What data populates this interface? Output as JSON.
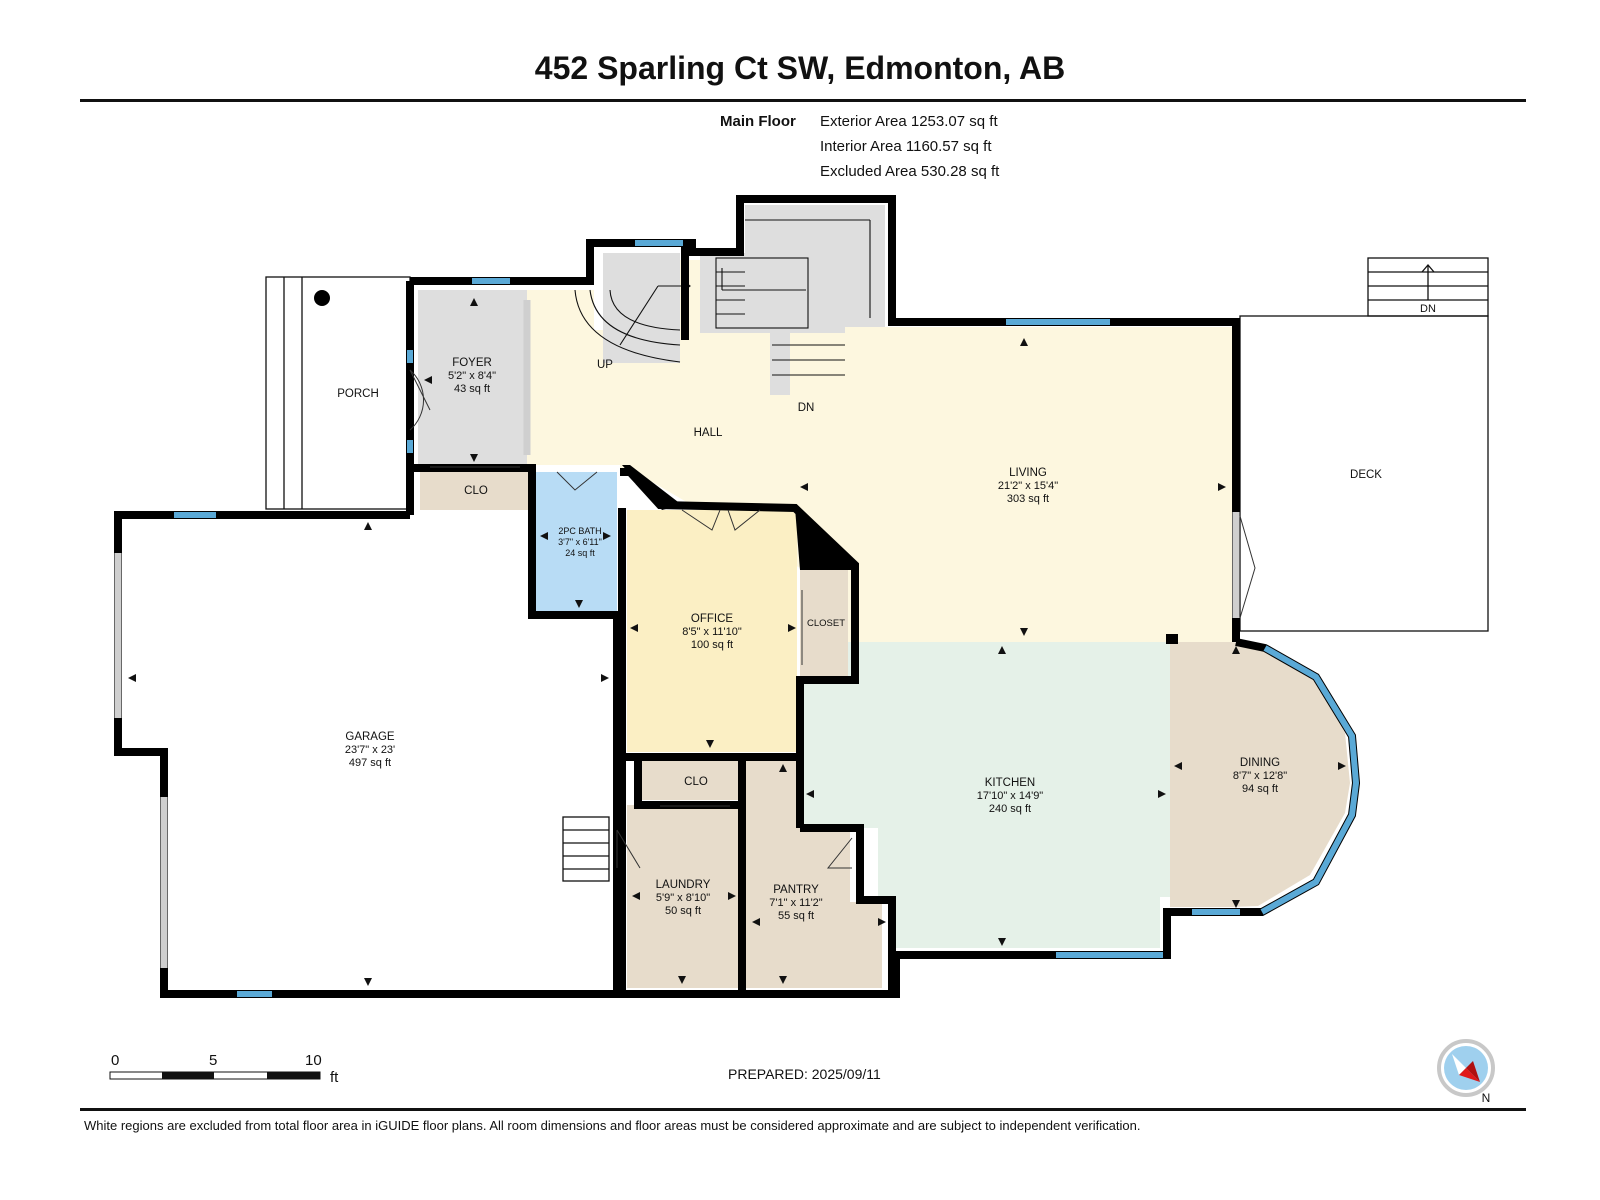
{
  "header": {
    "title": "452 Sparling Ct SW, Edmonton, AB"
  },
  "summary": {
    "floor_label": "Main Floor",
    "exterior": "Exterior Area 1253.07 sq ft",
    "interior": "Interior Area 1160.57 sq ft",
    "excluded": "Excluded Area 530.28 sq ft"
  },
  "rooms": {
    "porch": {
      "name": "PORCH"
    },
    "foyer": {
      "name": "FOYER",
      "dims": "5'2\" x 8'4\"",
      "area": "43 sq ft"
    },
    "clo1": {
      "name": "CLO"
    },
    "hall": {
      "name": "HALL"
    },
    "up": {
      "name": "UP"
    },
    "dn": {
      "name": "DN"
    },
    "living": {
      "name": "LIVING",
      "dims": "21'2\" x 15'4\"",
      "area": "303 sq ft"
    },
    "deck": {
      "name": "DECK"
    },
    "deck_dn": {
      "name": "DN"
    },
    "bath": {
      "name": "2PC BATH",
      "dims": "3'7\" x 6'11\"",
      "area": "24 sq ft"
    },
    "office": {
      "name": "OFFICE",
      "dims": "8'5\" x 11'10\"",
      "area": "100 sq ft"
    },
    "closet": {
      "name": "CLOSET"
    },
    "garage": {
      "name": "GARAGE",
      "dims": "23'7\" x 23'",
      "area": "497 sq ft"
    },
    "clo2": {
      "name": "CLO"
    },
    "laundry": {
      "name": "LAUNDRY",
      "dims": "5'9\" x 8'10\"",
      "area": "50 sq ft"
    },
    "pantry": {
      "name": "PANTRY",
      "dims": "7'1\" x 11'2\"",
      "area": "55 sq ft"
    },
    "kitchen": {
      "name": "KITCHEN",
      "dims": "17'10\" x 14'9\"",
      "area": "240 sq ft"
    },
    "dining": {
      "name": "DINING",
      "dims": "8'7\" x 12'8\"",
      "area": "94 sq ft"
    }
  },
  "scale": {
    "ticks": [
      "0",
      "5",
      "10"
    ],
    "unit": "ft"
  },
  "compass": {
    "label": "N"
  },
  "prepared": "PREPARED: 2025/09/11",
  "disclaimer": "White regions are excluded from total floor area in iGUIDE floor plans. All room dimensions and floor areas must be considered approximate and are subject to independent verification.",
  "colors": {
    "wall": "#000000",
    "window": "#5aa9d6",
    "hall_living": "#fdf7df",
    "kitchen": "#e5f1e8",
    "office": "#fbefc4",
    "bath": "#b8dcf5",
    "utility": "#e7dccb",
    "foyer_stair": "#dedede",
    "excluded": "#ffffff"
  }
}
